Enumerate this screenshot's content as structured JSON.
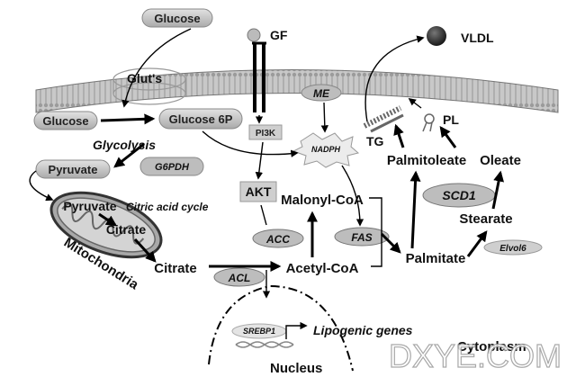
{
  "labels": {
    "glucose_top": "Glucose",
    "gf": "GF",
    "vldl": "VLDL",
    "glut": "Glut's",
    "me": "ME",
    "glucose": "Glucose",
    "glucose6p": "Glucose 6P",
    "pi3k": "PI3K",
    "nadph": "NADPH",
    "tg": "TG",
    "pl": "PL",
    "glycolysis": "Glycolysis",
    "pyruvate": "Pyruvate",
    "g6pdh": "G6PDH",
    "palmitoleate": "Palmitoleate",
    "oleate": "Oleate",
    "akt": "AKT",
    "malonyl_coa": "Malonyl-CoA",
    "scd1": "SCD1",
    "pyruvate_mito": "Pyruvate",
    "citric_acid_cycle": "Citric acid cycle",
    "citrate_mito": "Citrate",
    "stearate": "Stearate",
    "acc": "ACC",
    "fas": "FAS",
    "mitochondria": "Mitochondria",
    "palmitate": "Palmitate",
    "elovl6": "Elvol6",
    "citrate": "Citrate",
    "acetyl_coa": "Acetyl-CoA",
    "acl": "ACL",
    "srebp1": "SREBP1",
    "lipogenic_genes": "Lipogenic genes",
    "cytoplasm": "Cytoplasm",
    "nucleus": "Nucleus",
    "watermark": "DXYE.COM"
  },
  "colors": {
    "pill_fill": "#c9c9c9",
    "pill_stroke": "#8a8a8a",
    "enzyme_fill": "#b5b5b5",
    "membrane": "#bdbdbd",
    "mito_fill": "#a8a8a8"
  },
  "icons": {
    "receptor": "growth-factor-receptor-icon",
    "vldl": "vldl-particle-icon",
    "dna": "dna-helix-icon"
  }
}
